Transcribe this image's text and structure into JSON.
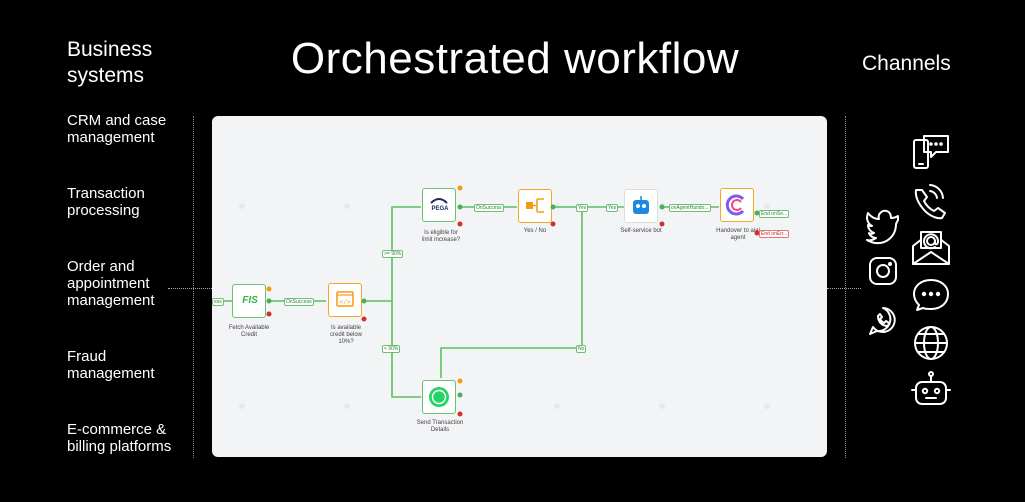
{
  "header": {
    "left_title_line1": "Business",
    "left_title_line2": "systems",
    "main_title": "Orchestrated workflow",
    "right_title": "Channels"
  },
  "systems": [
    {
      "line1": "CRM and case",
      "line2": "management"
    },
    {
      "line1": "Transaction",
      "line2": "processing"
    },
    {
      "line1": "Order and",
      "line2": "appointment",
      "line3": "management"
    },
    {
      "line1": "Fraud",
      "line2": "management"
    },
    {
      "line1": "E-commerce &",
      "line2": "billing platforms"
    }
  ],
  "workflow": {
    "nodes": {
      "fetch": {
        "label1": "Fetch Available",
        "label2": "Credit",
        "logo": "FIS"
      },
      "credit_check": {
        "label1": "Is available",
        "label2": "credit below",
        "label3": "10%?"
      },
      "pega": {
        "label1": "Is eligible for",
        "label2": "limit increase?",
        "logo": "PEGA"
      },
      "yesno": {
        "label1": "Yes / No"
      },
      "bot": {
        "label1": "Self-service bot"
      },
      "handover": {
        "label1": "Handover to a",
        "label1b": "ial",
        "label2": "agent"
      },
      "whatsapp": {
        "label1": "Send Transaction",
        "label2": "Details"
      }
    },
    "edges": {
      "in": "ess",
      "on_success_1": "OnSuccess",
      "on_success_2": "OnSuccess",
      "ge_90": ">= 90%",
      "lt_90": "< 90%",
      "yes": "Yes",
      "yes2": "Yes",
      "no": "No",
      "agent_handover": "onAgentHando...",
      "end_1": "End",
      "end_1b": "onSe...",
      "end_2": "End",
      "end_2b": "onErr..."
    }
  },
  "channels": [
    "mobile-chat-icon",
    "phone-call-icon",
    "twitter-icon",
    "email-icon",
    "instagram-icon",
    "chat-bubble-icon",
    "whatsapp-icon",
    "www-globe-icon",
    "bot-icon"
  ],
  "colors": {
    "accent_green": "#4caf50",
    "fail_red": "#d32f2f",
    "warn_orange": "#f39c12",
    "node_border_orange": "#f5a623"
  }
}
